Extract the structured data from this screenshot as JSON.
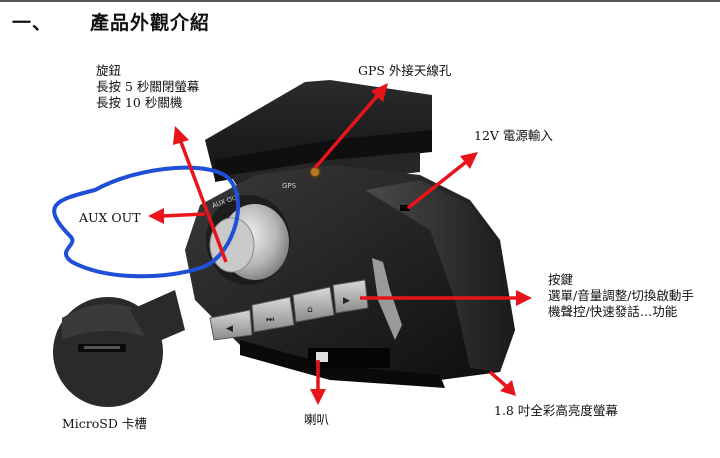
{
  "heading": {
    "number": "一、",
    "title": "產品外觀介紹"
  },
  "labels": {
    "knob": [
      "旋鈕",
      "長按 5 秒關閉螢幕",
      "長按 10 秒關機"
    ],
    "gps": "GPS 外接天線孔",
    "power": "12V 電源輸入",
    "aux": "AUX OUT",
    "buttons": [
      "按鍵",
      "選單/音量調整/切換啟動手",
      "機聲控/快速發話…功能"
    ],
    "microsd": "MicroSD 卡槽",
    "speaker": "喇叭",
    "screen": "1.8 吋全彩高亮度螢幕"
  },
  "device_text": {
    "gps_mark": "GPS",
    "aux_mark": "AUX OUT"
  },
  "colors": {
    "arrow": "#e8141b",
    "highlight": "#1f4fd6",
    "body": "#202020"
  }
}
